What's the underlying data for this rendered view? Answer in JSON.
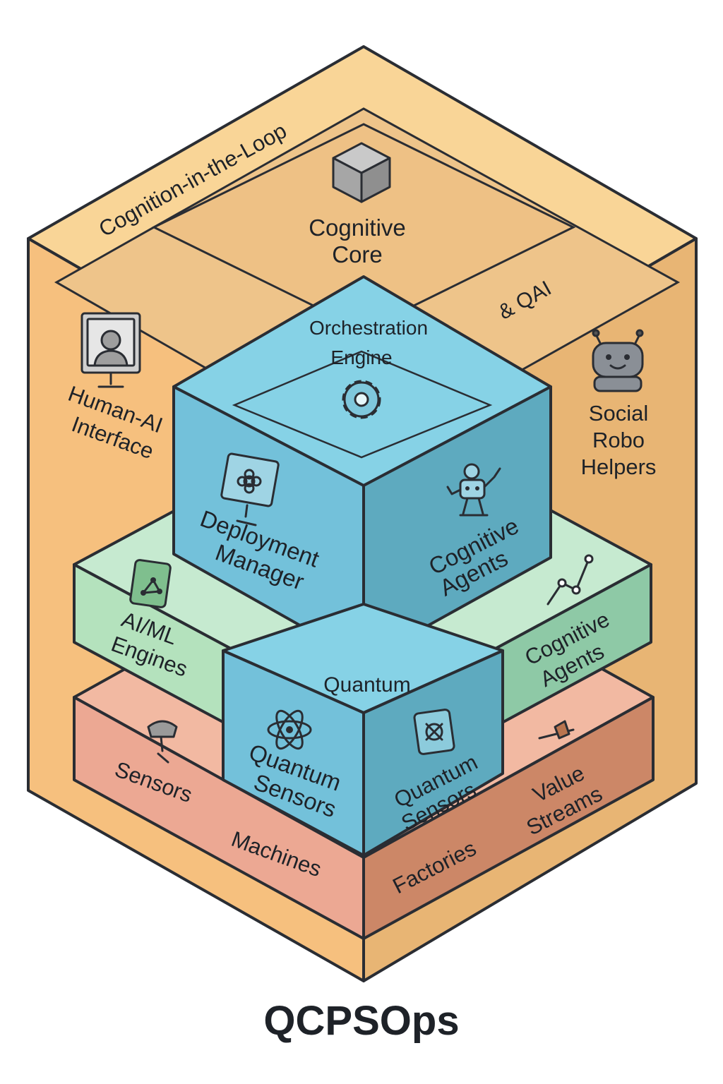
{
  "title": "QCPSOps",
  "outer_cube": {
    "top_label": "Cognition-in-the-Loop",
    "right_top_label": "& QAI",
    "core_label_1": "Cognitive",
    "core_label_2": "Core",
    "left_label_1": "Human-AI",
    "left_label_2": "Interface",
    "right_label_1": "Social",
    "right_label_2": "Robo",
    "right_label_3": "Helpers"
  },
  "orchestration_cube": {
    "top_label_1": "Orchestration",
    "top_label_2": "Engine",
    "left_label_1": "Deployment",
    "left_label_2": "Manager",
    "right_label_1": "Cognitive",
    "right_label_2": "Agents"
  },
  "ai_layer": {
    "left_label_1": "AI/ML",
    "left_label_2": "Engines",
    "right_label_1": "Cognitive",
    "right_label_2": "Agents"
  },
  "quantum_cube": {
    "top_label": "Quantum",
    "left_label_1": "Quantum",
    "left_label_2": "Sensors",
    "right_label_1": "Quantum",
    "right_label_2": "Sensors"
  },
  "physical_layer": {
    "sensors": "Sensors",
    "machines": "Machines",
    "factories": "Factories",
    "value_1": "Value",
    "value_2": "Streams"
  },
  "colors": {
    "orange_top": "#f9d597",
    "orange_left": "#f6c07e",
    "orange_right": "#e8b574",
    "blue_top": "#86d2e6",
    "blue_left": "#73c1da",
    "blue_right": "#5eaabf",
    "green_left": "#b4e2bd",
    "green_right": "#8ec9a6",
    "red_left": "#eca893",
    "red_right": "#cc8767"
  }
}
